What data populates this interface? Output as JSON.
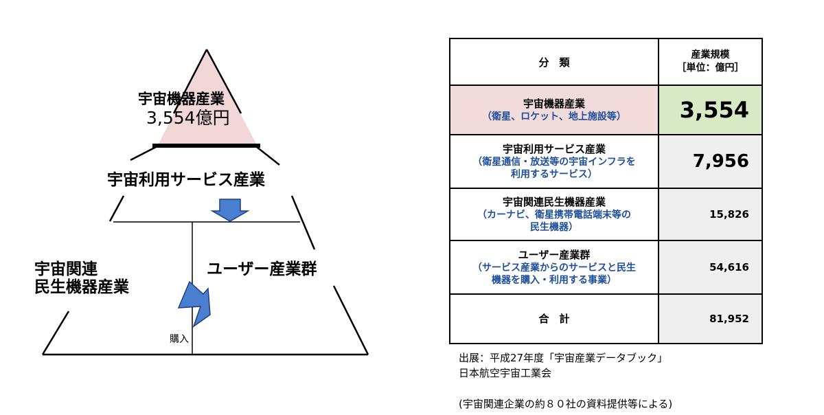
{
  "pyramid": {
    "top_label": "宇宙機器産業",
    "top_value": "3,554億円",
    "middle_label": "宇宙利用サービス産業",
    "left_label_line1": "宇宙関連",
    "left_label_line2": "民生機器産業",
    "right_label": "ユーザー産業群",
    "purchase_label": "購入",
    "colors": {
      "top_fill": "#f2d7d9",
      "arrow_fill": "#4a7ed0",
      "arrow_stroke": "#1f3f7a"
    }
  },
  "table": {
    "header_category": "分　類",
    "header_size_line1": "産業規模",
    "header_size_line2": "［単位：億円］",
    "rows": [
      {
        "name": "宇宙機器産業",
        "desc_lines": [
          "（衛星、ロケット、地上施設等）"
        ],
        "value": "3,554",
        "name_bg": "#f2dcdb",
        "value_bg": "#d8e9c6"
      },
      {
        "name": "宇宙利用サービス産業",
        "desc_lines": [
          "（衛星通信・放送等の宇宙インフラを",
          "利用するサービス）"
        ],
        "value": "7,956",
        "name_bg": "#ffffff",
        "value_bg": "#efefef"
      },
      {
        "name": "宇宙関連民生機器産業",
        "desc_lines": [
          "（カーナビ、衛星携帯電話端末等の",
          "民生機器）"
        ],
        "value": "15,826",
        "name_bg": "#ffffff",
        "value_bg": "#efefef"
      },
      {
        "name": "ユーザー産業群",
        "desc_lines": [
          "（サービス産業からのサービスと民生",
          "機器を購入・利用する事業）"
        ],
        "value": "54,616",
        "name_bg": "#ffffff",
        "value_bg": "#efefef"
      },
      {
        "name": "合　計",
        "desc_lines": [],
        "value": "81,952",
        "name_bg": "#ffffff",
        "value_bg": "#efefef"
      }
    ]
  },
  "source": {
    "line1": "出展：平成27年度「宇宙産業データブック」",
    "line2": "日本航空宇宙工業会",
    "line3": "(宇宙関連企業の約８０社の資料提供等による)"
  }
}
